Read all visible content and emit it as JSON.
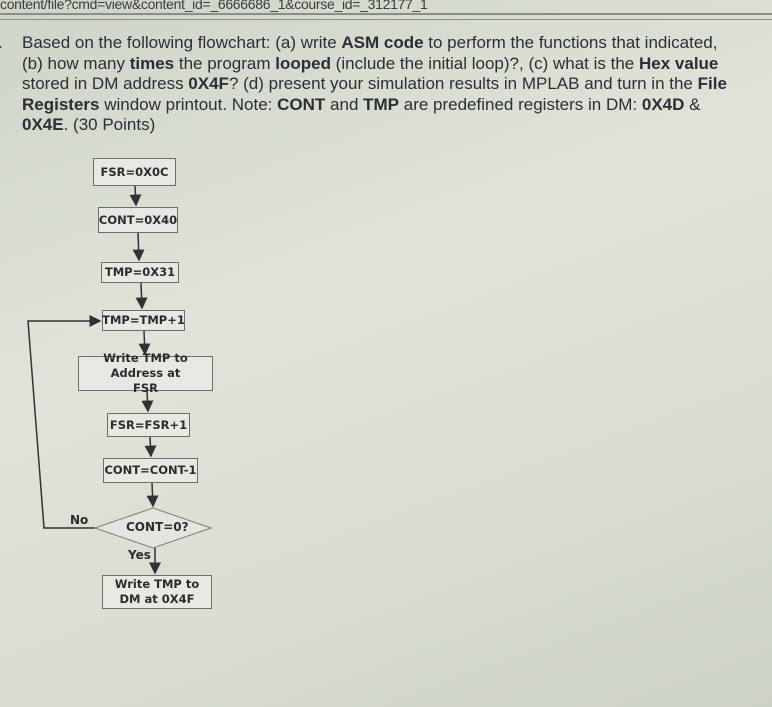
{
  "browser": {
    "url": "content/file?cmd=view&content_id=_6666686_1&course_id=_312177_1"
  },
  "question": {
    "number_marker": ".",
    "lines": [
      [
        {
          "t": "Based on the following flowchart: (a) write "
        },
        {
          "t": "ASM code",
          "b": true
        },
        {
          "t": " to perform the functions that indicated,"
        }
      ],
      [
        {
          "t": "(b) how many "
        },
        {
          "t": "times",
          "b": true
        },
        {
          "t": " the program "
        },
        {
          "t": "looped",
          "b": true
        },
        {
          "t": " (include the initial loop)?, (c) what is the "
        },
        {
          "t": "Hex value",
          "b": true
        }
      ],
      [
        {
          "t": "stored in DM address "
        },
        {
          "t": "0X4F",
          "b": true
        },
        {
          "t": "? (d) present your simulation results in MPLAB and turn in the "
        },
        {
          "t": "File",
          "b": true
        }
      ],
      [
        {
          "t": "Registers",
          "b": true
        },
        {
          "t": " window printout. Note: "
        },
        {
          "t": "CONT",
          "b": true
        },
        {
          "t": " and "
        },
        {
          "t": "TMP",
          "b": true
        },
        {
          "t": " are predefined registers in DM: "
        },
        {
          "t": "0X4D",
          "b": true
        },
        {
          "t": " &"
        }
      ],
      [
        {
          "t": "0X4E",
          "b": true
        },
        {
          "t": ". (30 Points)"
        }
      ]
    ]
  },
  "flowchart": {
    "steps": [
      "FSR=0X0C",
      "CONT=0X40",
      "TMP=0X31",
      "TMP=TMP+1",
      "Write TMP to Address at FSR",
      "FSR=FSR+1",
      "CONT=CONT-1"
    ],
    "decision": "CONT=0?",
    "no_label": "No",
    "yes_label": "Yes",
    "final": "Write TMP to DM at 0X4F"
  }
}
